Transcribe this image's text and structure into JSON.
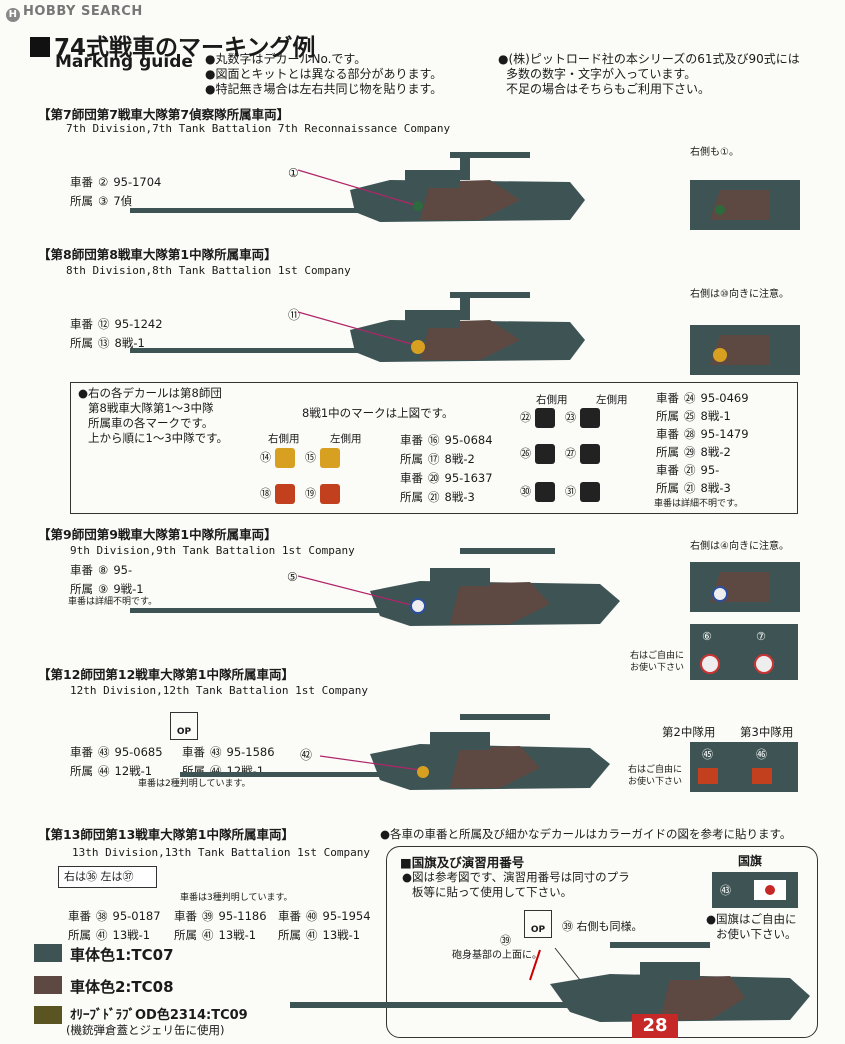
{
  "header": {
    "logo": "HOBBY SEARCH",
    "title": "74式戦車のマーキング例",
    "subtitle": "Marking guide",
    "notes_left": [
      "●丸数字はデカールNo.です。",
      "●図面とキットとは異なる部分があります。",
      "●特記無き場合は左右共同じ物を貼ります。"
    ],
    "notes_right": [
      "●(株)ピットロード社の本シリーズの61式及び90式には",
      "多数の数字・文字が入っています。",
      "不足の場合はそちらもご利用下さい。"
    ]
  },
  "sections": [
    {
      "title_jp": "【第7師団第7戦車大隊第7偵察隊所属車両】",
      "title_en": "7th Division,7th Tank Battalion 7th Reconnaissance Company",
      "rows": [
        {
          "label": "車番",
          "num": "②",
          "value": "95-1704"
        },
        {
          "label": "所属",
          "num": "③",
          "value": "7偵"
        }
      ],
      "callout": "①",
      "side_note": "右側も①。"
    },
    {
      "title_jp": "【第8師団第8戦車大隊第1中隊所属車両】",
      "title_en": "8th Division,8th Tank Battalion 1st Company",
      "rows": [
        {
          "label": "車番",
          "num": "⑫",
          "value": "95-1242"
        },
        {
          "label": "所属",
          "num": "⑬",
          "value": "8戦-1"
        }
      ],
      "callout": "⑪",
      "side_note": "右側は⑩向きに注意。"
    },
    {
      "title_jp": "【第9師団第9戦車大隊第1中隊所属車両】",
      "title_en": "9th Division,9th Tank Battalion 1st Company",
      "rows": [
        {
          "label": "車番",
          "num": "⑧",
          "value": "95-"
        },
        {
          "label": "所属",
          "num": "⑨",
          "value": "9戦-1"
        }
      ],
      "footnote": "車番は詳細不明です。",
      "callout": "⑤",
      "side_note": "右側は④向きに注意。",
      "free_note": [
        "右はご自由に",
        "お使い下さい"
      ],
      "free_nums": [
        "⑥",
        "⑦"
      ]
    },
    {
      "title_jp": "【第12師団第12戦車大隊第1中隊所属車両】",
      "title_en": "12th Division,12th Tank Battalion 1st Company",
      "op": "OP",
      "rows_a": [
        {
          "label": "車番",
          "num": "㊸",
          "value": "95-0685"
        },
        {
          "label": "所属",
          "num": "㊹",
          "value": "12戦-1"
        }
      ],
      "rows_b": [
        {
          "label": "車番",
          "num": "㊸",
          "value": "95-1586"
        },
        {
          "label": "所属",
          "num": "㊹",
          "value": "12戦-1"
        }
      ],
      "footnote": "車番は2種判明しています。",
      "callout": "㊷",
      "company2": "第2中隊用",
      "company3": "第3中隊用",
      "company_nums": [
        "㊺",
        "㊻"
      ],
      "free_note": [
        "右はご自由に",
        "お使い下さい"
      ]
    },
    {
      "title_jp": "【第13師団第13戦車大隊第1中隊所属車両】",
      "title_en": "13th Division,13th Tank Battalion 1st Company",
      "right_left": [
        "右は㊱",
        "左は㊲"
      ],
      "footnote": "車番は3種判明しています。",
      "rows": [
        {
          "label": "車番",
          "num": "㊳",
          "value": "95-0187"
        },
        {
          "label": "所属",
          "num": "㊶",
          "value": "13戦-1"
        },
        {
          "label": "車番",
          "num": "㊴",
          "value": "95-1186"
        },
        {
          "label": "所属",
          "num": "㊶",
          "value": "13戦-1"
        },
        {
          "label": "車番",
          "num": "㊵",
          "value": "95-1954"
        },
        {
          "label": "所属",
          "num": "㊶",
          "value": "13戦-1"
        }
      ]
    }
  ],
  "insert8": {
    "note": [
      "●右の各デカールは第8師団",
      "第8戦車大隊第1～3中隊",
      "所属車の各マークです。",
      "上から順に1～3中隊です。"
    ],
    "mark_note": "8戦1中のマークは上図です。",
    "right_label": "右側用",
    "left_label": "左側用",
    "decal_nums": [
      "⑭",
      "⑮",
      "⑱",
      "⑲"
    ],
    "rows_mid": [
      {
        "label": "車番",
        "num": "⑯",
        "value": "95-0684"
      },
      {
        "label": "所属",
        "num": "⑰",
        "value": "8戦-2"
      },
      {
        "label": "車番",
        "num": "⑳",
        "value": "95-1637"
      },
      {
        "label": "所属",
        "num": "㉑",
        "value": "8戦-3"
      }
    ],
    "right_label2": "右側用",
    "left_label2": "左側用",
    "decal_nums2": [
      "㉒",
      "㉓",
      "㉖",
      "㉗",
      "㉚",
      "㉛"
    ],
    "rows_right": [
      {
        "label": "車番",
        "num": "㉔",
        "value": "95-0469"
      },
      {
        "label": "所属",
        "num": "㉕",
        "value": "8戦-1"
      },
      {
        "label": "車番",
        "num": "㉘",
        "value": "95-1479"
      },
      {
        "label": "所属",
        "num": "㉙",
        "value": "8戦-2"
      },
      {
        "label": "車番",
        "num": "㉑",
        "value": "95-"
      },
      {
        "label": "所属",
        "num": "㉑",
        "value": "8戦-3"
      }
    ],
    "footnote": "車番は詳細不明です。"
  },
  "general_note": "●各車の車番と所属及び細かなデカールはカラーガイドの図を参考に貼ります。",
  "flag_section": {
    "title": "■国旗及び演習用番号",
    "note": [
      "●図は参考図です、演習用番号は同寸のプラ",
      "板等に貼って使用して下さい。"
    ],
    "op": "OP",
    "callout": "㊴",
    "callout_note": "右側も同様。",
    "barrel_callout": "㊴",
    "barrel_note": "砲身基部の上面に。",
    "number": "28",
    "flag_title": "国旗",
    "flag_num": "㊸",
    "flag_note": [
      "●国旗はご自由に",
      "お使い下さい。"
    ]
  },
  "colors": [
    {
      "label": "車体色1:TC07",
      "hex": "#3e5454"
    },
    {
      "label": "車体色2:TC08",
      "hex": "#5e4842"
    },
    {
      "label": "ｵﾘｰﾌﾞﾄﾞﾗﾌﾞOD色2314:TC09",
      "hex": "#5a5422",
      "note": "(機銃弾倉蓋とジェリ缶に使用)"
    }
  ]
}
